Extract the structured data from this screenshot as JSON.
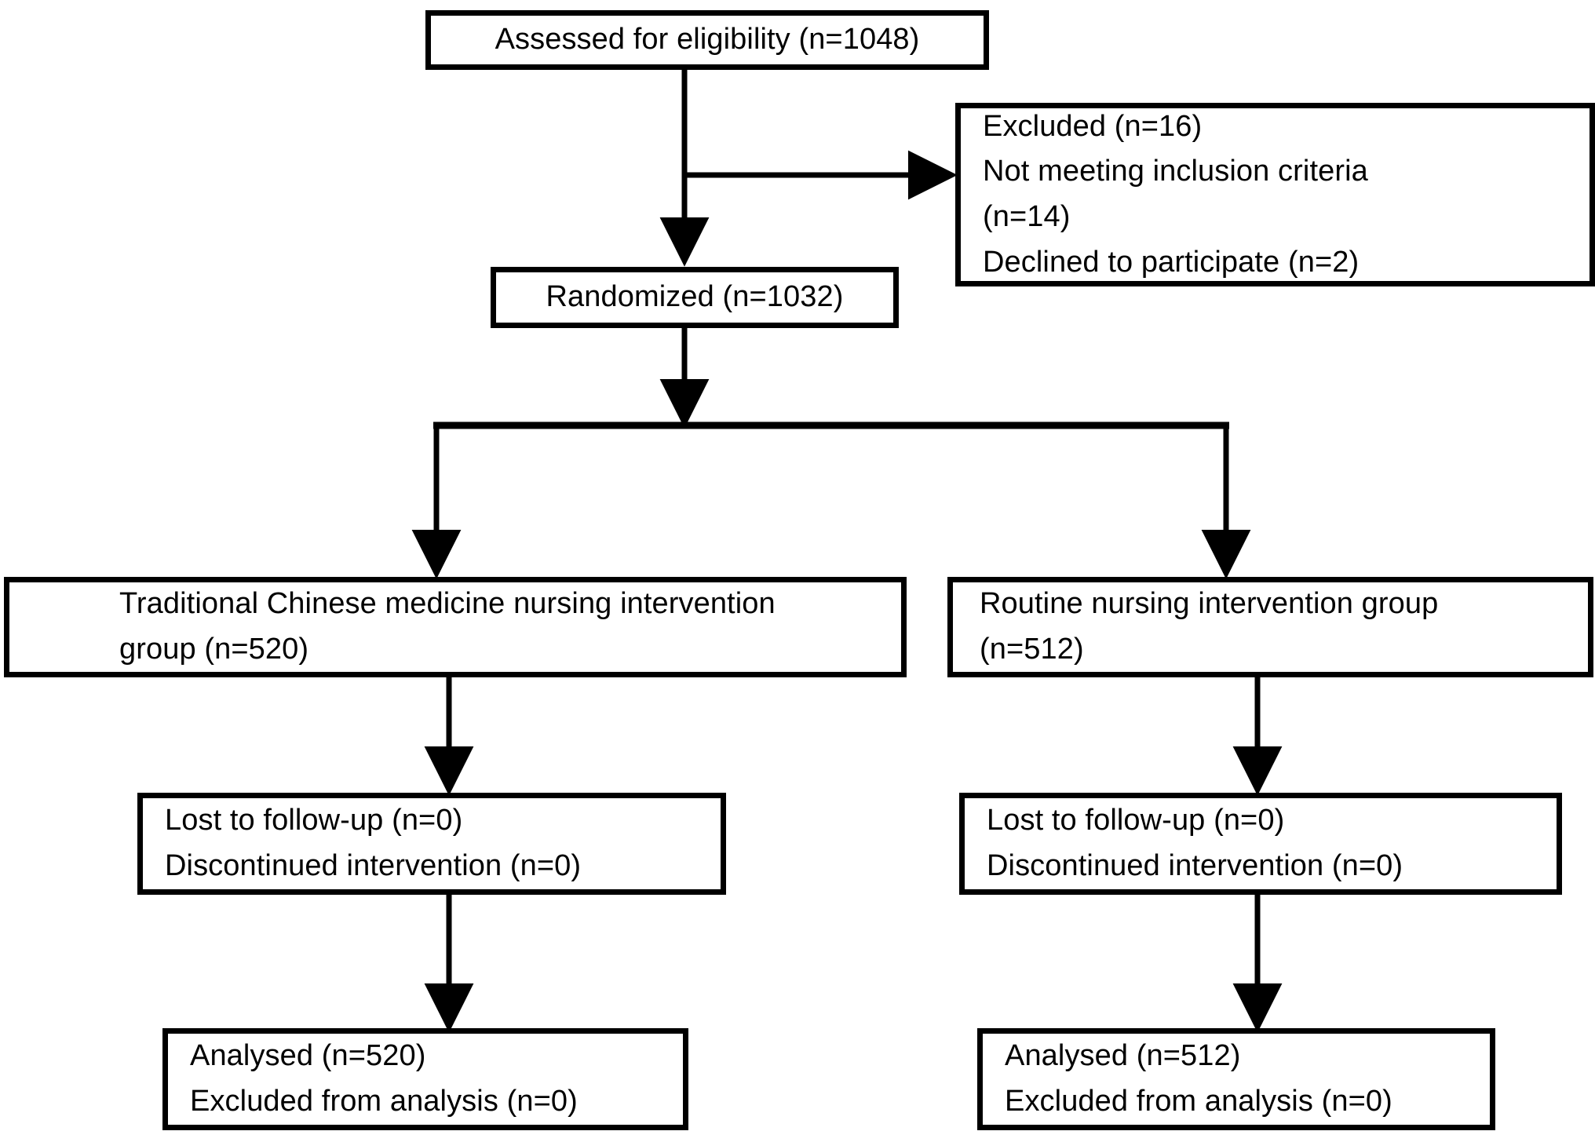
{
  "diagram": {
    "type": "consort-flow-diagram",
    "title": "",
    "nodes": {
      "enrollment": {
        "name": "assessed-for-eligibility",
        "lines": [
          "Assessed for eligibility (n=1048)"
        ],
        "n": 1048
      },
      "excluded": {
        "name": "excluded",
        "lines": [
          "Excluded (n=16)",
          "Not meeting inclusion criteria",
          "(n=14)",
          "Declined to participate (n=2)"
        ],
        "n": 16,
        "not_meeting_inclusion_criteria": 14,
        "declined_to_participate": 2
      },
      "randomized": {
        "name": "randomized",
        "lines": [
          "Randomized (n=1032)"
        ],
        "n": 1032
      },
      "tcm_group": {
        "name": "tcm-nursing-intervention-group",
        "lines": [
          "Traditional Chinese medicine nursing intervention",
          "group (n=520)"
        ],
        "n": 520
      },
      "routine_group": {
        "name": "routine-nursing-intervention-group",
        "lines": [
          "Routine nursing intervention group",
          "(n=512)"
        ],
        "n": 512
      },
      "followup_left": {
        "name": "follow-up-tcm",
        "lines": [
          "Lost to follow-up (n=0)",
          "Discontinued intervention (n=0)"
        ],
        "lost_to_follow_up": 0,
        "discontinued_intervention": 0
      },
      "followup_right": {
        "name": "follow-up-routine",
        "lines": [
          "Lost to follow-up (n=0)",
          "Discontinued intervention (n=0)"
        ],
        "lost_to_follow_up": 0,
        "discontinued_intervention": 0
      },
      "analysis_left": {
        "name": "analysis-tcm",
        "lines": [
          "Analysed (n=520)",
          "Excluded from analysis (n=0)"
        ],
        "analysed": 520,
        "excluded_from_analysis": 0
      },
      "analysis_right": {
        "name": "analysis-routine",
        "lines": [
          "Analysed (n=512)",
          "Excluded from analysis (n=0)"
        ],
        "analysed": 512,
        "excluded_from_analysis": 0
      }
    },
    "colors": {
      "stroke": "#000000",
      "fill": "#ffffff",
      "text": "#000000"
    }
  }
}
